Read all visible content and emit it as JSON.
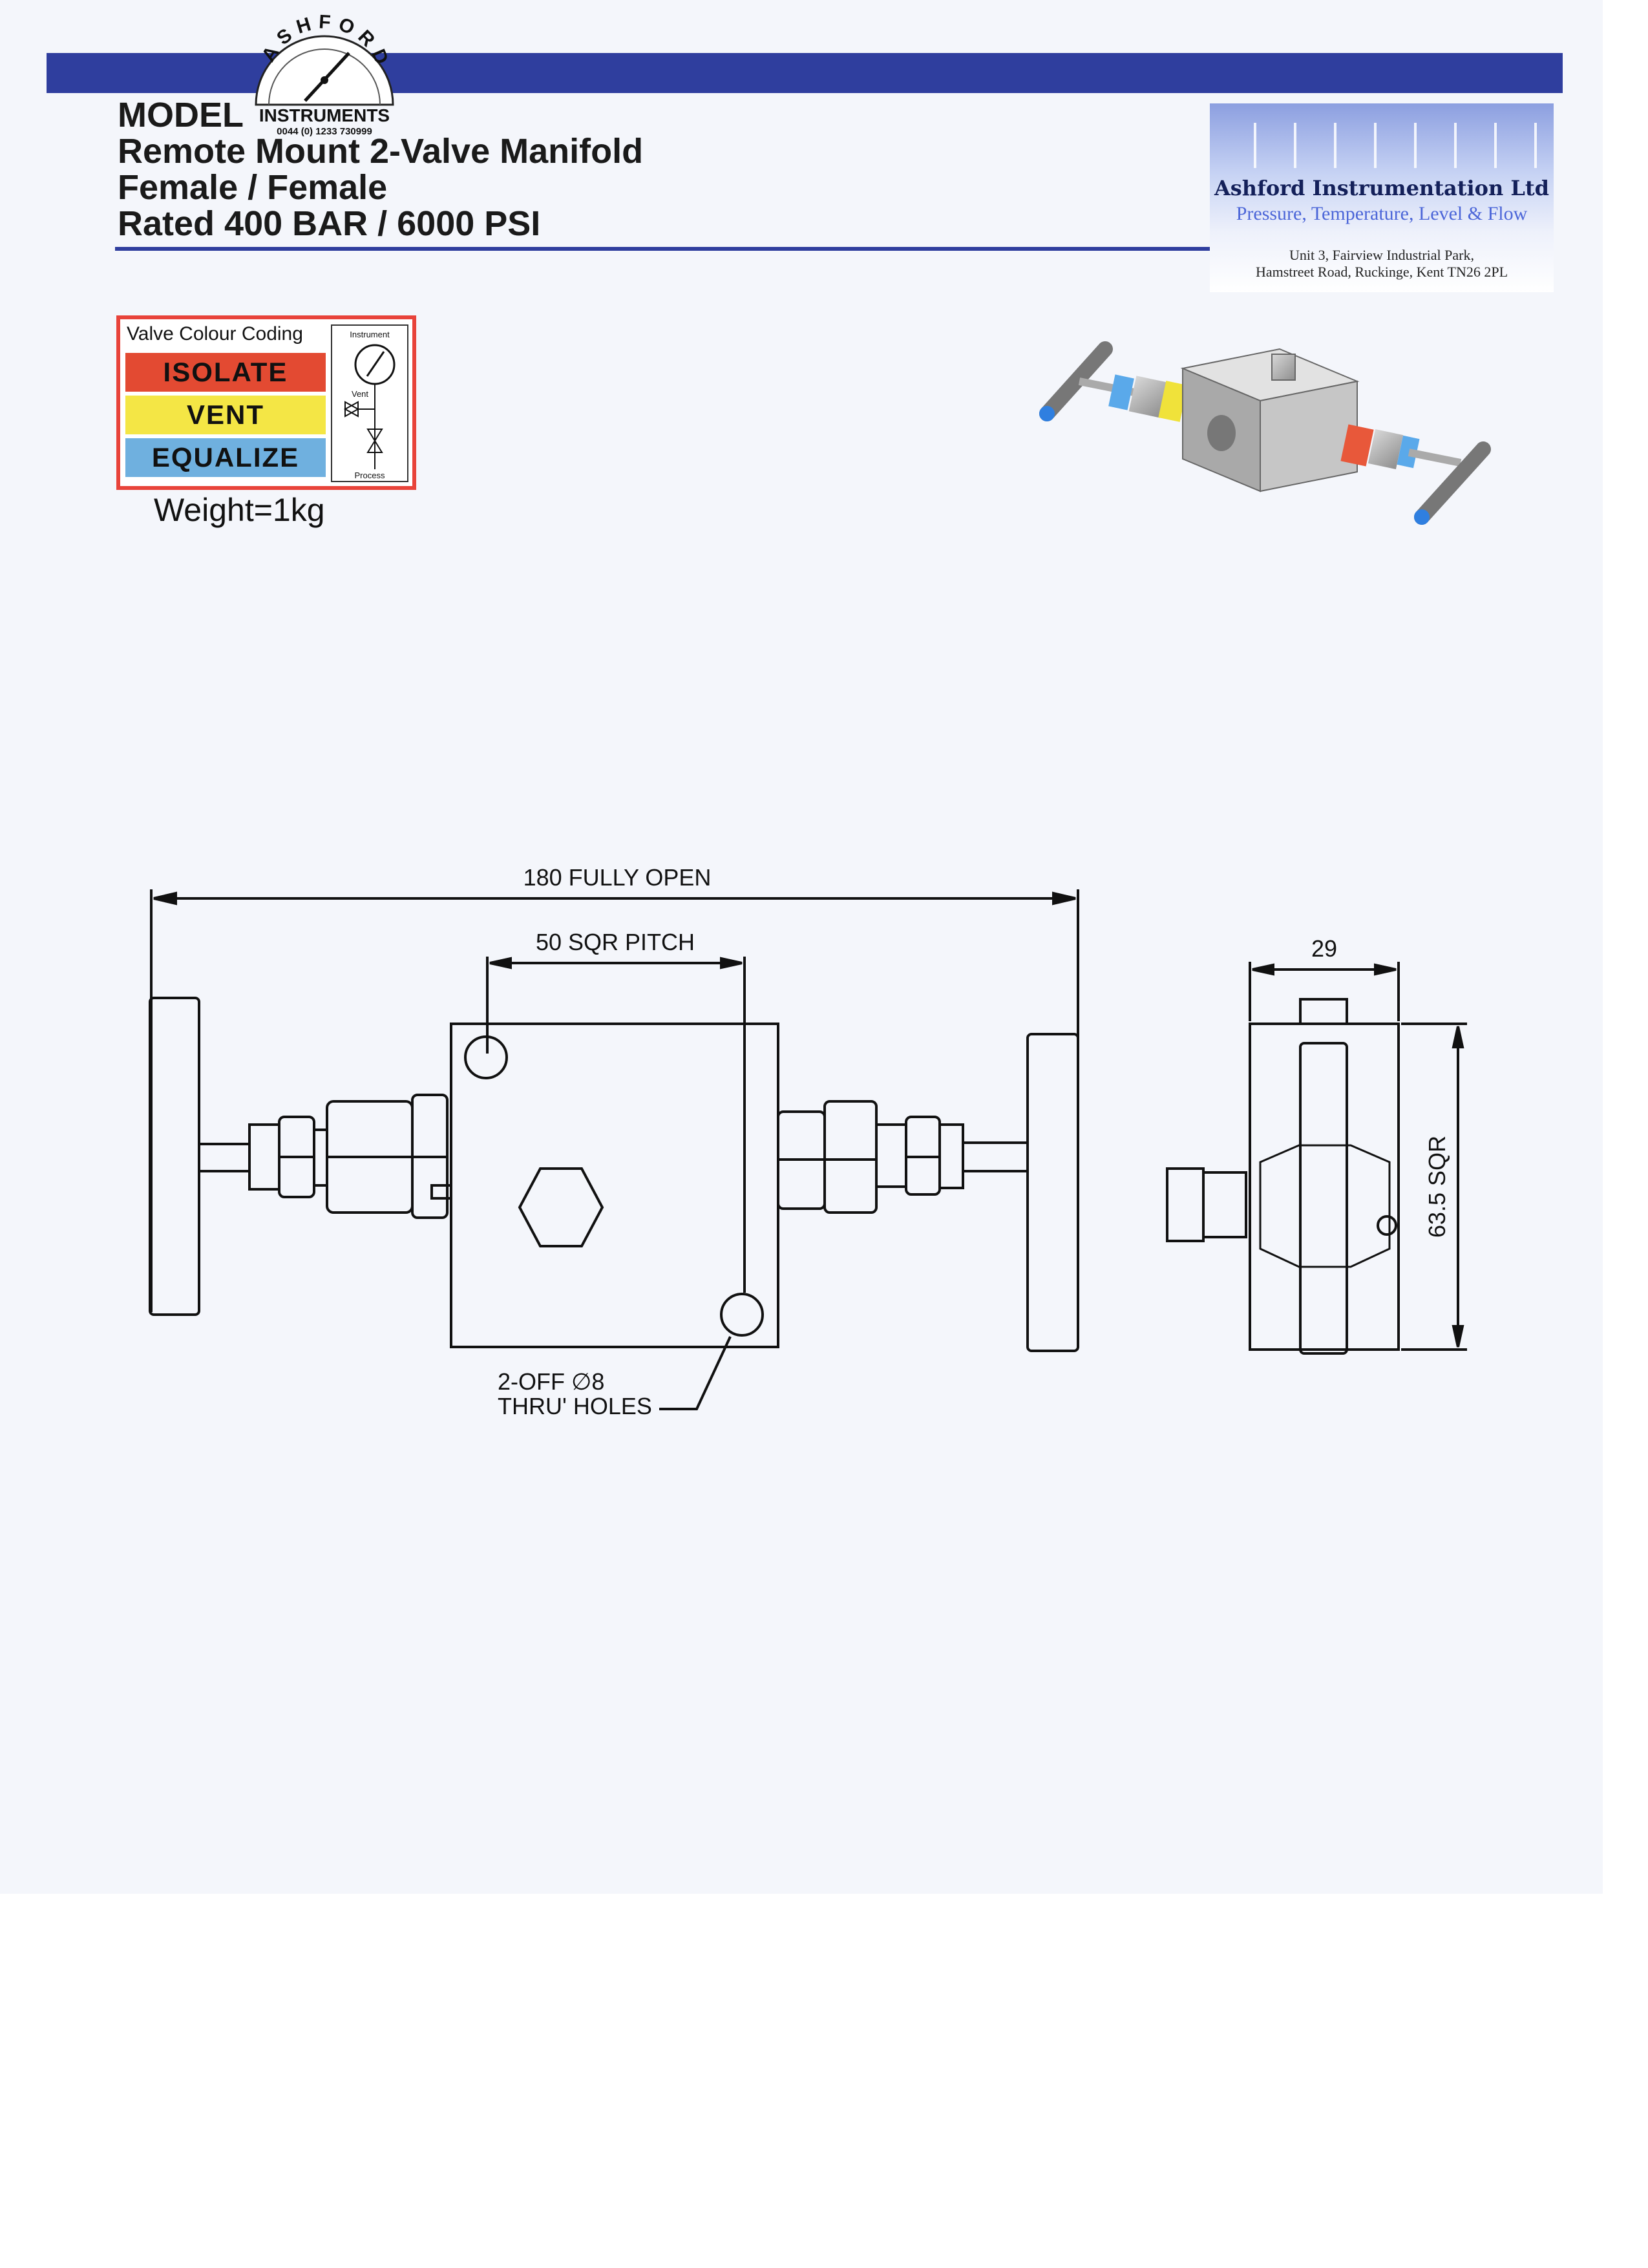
{
  "header": {
    "model_label": "MODEL",
    "title_line1": "Remote Mount 2-Valve Manifold",
    "title_line2": "Female / Female",
    "title_line3": "Rated 400 BAR / 6000 PSI"
  },
  "badge": {
    "arc_text": "ASHFORD",
    "brand": "INSTRUMENTS",
    "phone": "0044 (0) 1233 730999"
  },
  "company": {
    "name": "Ashford Instrumentation Ltd",
    "tagline": "Pressure, Temperature, Level & Flow",
    "address_line1": "Unit 3, Fairview Industrial Park,",
    "address_line2": "Hamstreet Road, Ruckinge, Kent TN26 2PL"
  },
  "valve_coding": {
    "title": "Valve Colour Coding",
    "isolate": "ISOLATE",
    "vent": "VENT",
    "equalize": "EQUALIZE",
    "instrument_label": "Instrument",
    "vent_label": "Vent",
    "process_label": "Process",
    "colors": {
      "isolate": "#e34a32",
      "vent": "#f4e645",
      "equalize": "#6fb0df"
    }
  },
  "weight": "Weight=1kg",
  "drawing": {
    "dim_overall": "180 FULLY OPEN",
    "dim_pitch": "50 SQR PITCH",
    "dim_width": "29",
    "dim_height": "63.5 SQR",
    "note_line1": "2-OFF ∅8",
    "note_line2": "THRU' HOLES"
  }
}
